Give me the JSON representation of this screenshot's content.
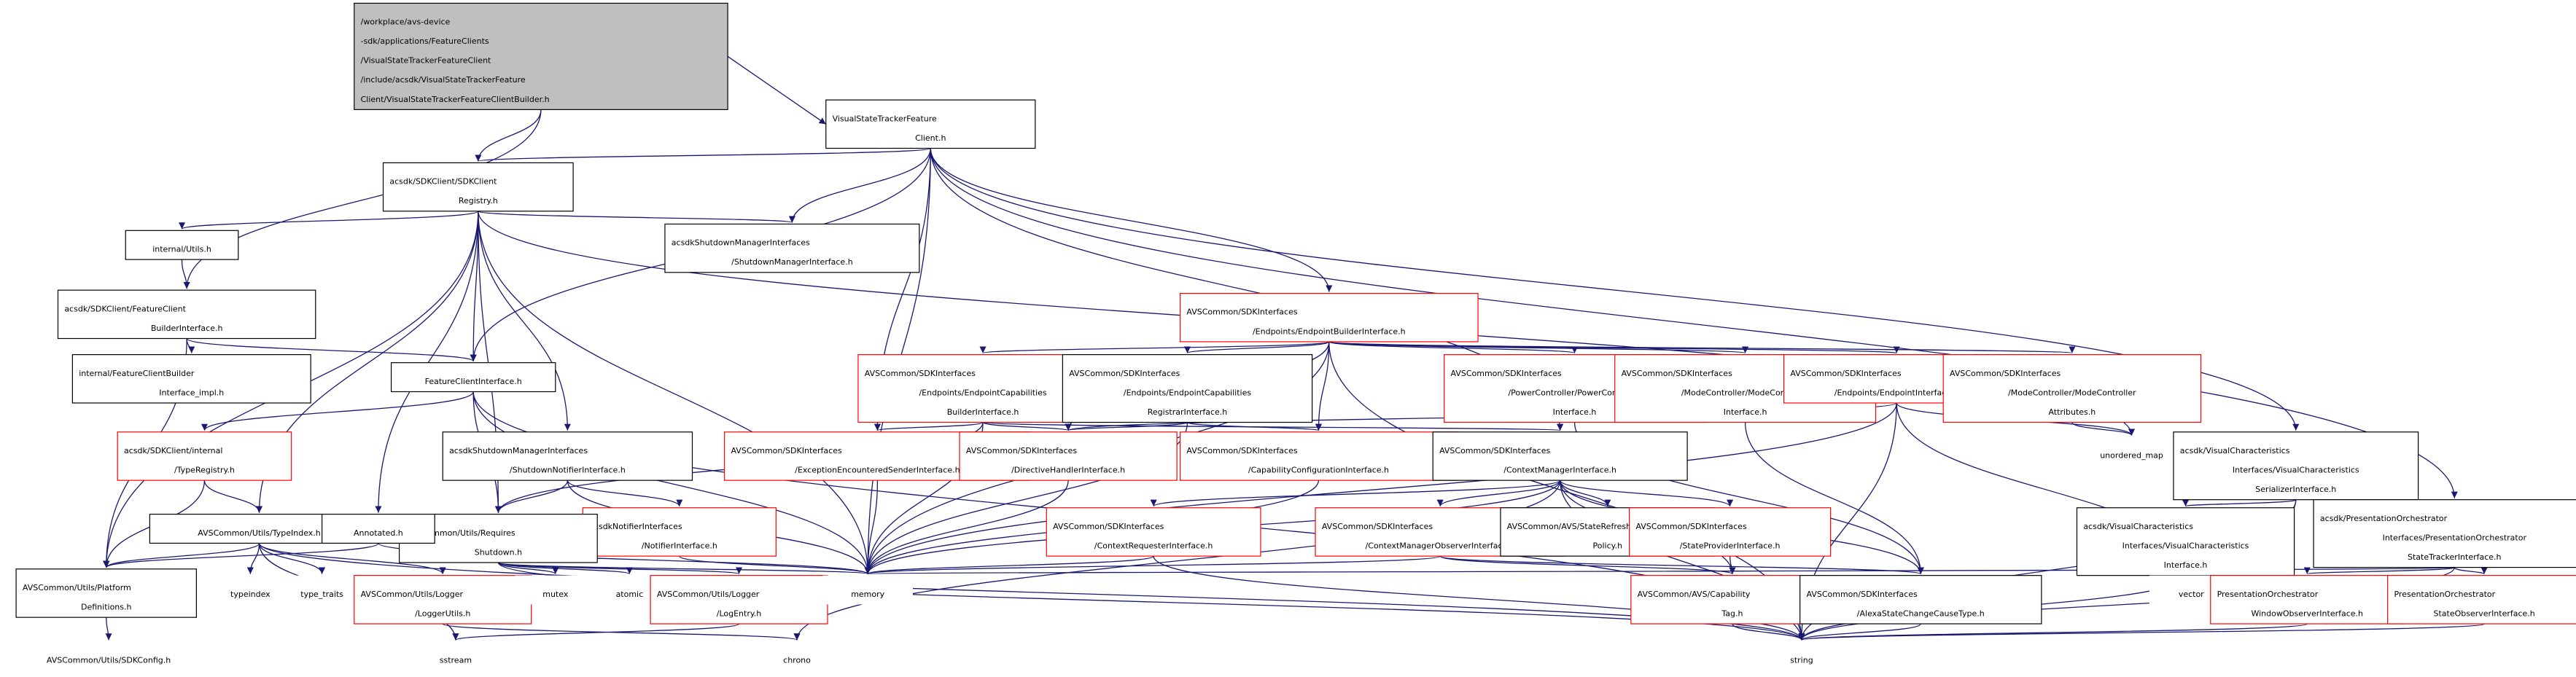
{
  "colors": {
    "edge": "#191970",
    "box_default": "#000000",
    "box_incomplete": "#ff0000",
    "box_root_fill": "#bfbfbf",
    "box_fill": "#ffffff"
  },
  "nodes": [
    {
      "id": "root",
      "lines": [
        "/workplace/avs-device",
        "-sdk/applications/FeatureClients",
        "/VisualStateTrackerFeatureClient",
        "/include/acsdk/VisualStateTrackerFeature",
        "Client/VisualStateTrackerFeatureClientBuilder.h"
      ],
      "style": "root"
    },
    {
      "id": "vstfc",
      "lines": [
        "VisualStateTrackerFeature",
        "Client.h"
      ],
      "style": "black"
    },
    {
      "id": "sdkreg",
      "lines": [
        "acsdk/SDKClient/SDKClient",
        "Registry.h"
      ],
      "style": "black"
    },
    {
      "id": "shutmgr",
      "lines": [
        "acsdkShutdownManagerInterfaces",
        "/ShutdownManagerInterface.h"
      ],
      "style": "black"
    },
    {
      "id": "intutils",
      "lines": [
        "internal/Utils.h"
      ],
      "style": "black"
    },
    {
      "id": "fcbi",
      "lines": [
        "acsdk/SDKClient/FeatureClient",
        "BuilderInterface.h"
      ],
      "style": "black"
    },
    {
      "id": "fcbimpl",
      "lines": [
        "internal/FeatureClientBuilder",
        "Interface_impl.h"
      ],
      "style": "black"
    },
    {
      "id": "fci",
      "lines": [
        "FeatureClientInterface.h"
      ],
      "style": "black"
    },
    {
      "id": "epbuilder",
      "lines": [
        "AVSCommon/SDKInterfaces",
        "/Endpoints/EndpointBuilderInterface.h"
      ],
      "style": "red"
    },
    {
      "id": "epcapbuilder",
      "lines": [
        "AVSCommon/SDKInterfaces",
        "/Endpoints/EndpointCapabilities",
        "BuilderInterface.h"
      ],
      "style": "red"
    },
    {
      "id": "epcapreg",
      "lines": [
        "AVSCommon/SDKInterfaces",
        "/Endpoints/EndpointCapabilities",
        "RegistrarInterface.h"
      ],
      "style": "black"
    },
    {
      "id": "powerctl",
      "lines": [
        "AVSCommon/SDKInterfaces",
        "/PowerController/PowerController",
        "Interface.h"
      ],
      "style": "red"
    },
    {
      "id": "modectl",
      "lines": [
        "AVSCommon/SDKInterfaces",
        "/ModeController/ModeController",
        "Interface.h"
      ],
      "style": "red"
    },
    {
      "id": "epiface",
      "lines": [
        "AVSCommon/SDKInterfaces",
        "/Endpoints/EndpointInterface.h"
      ],
      "style": "red"
    },
    {
      "id": "modeattr",
      "lines": [
        "AVSCommon/SDKInterfaces",
        "/ModeController/ModeController",
        "Attributes.h"
      ],
      "style": "red"
    },
    {
      "id": "unordered",
      "lines": [
        "unordered_map"
      ],
      "style": "gray"
    },
    {
      "id": "typereg",
      "lines": [
        "acsdk/SDKClient/internal",
        "/TypeRegistry.h"
      ],
      "style": "red"
    },
    {
      "id": "shutnot",
      "lines": [
        "acsdkShutdownManagerInterfaces",
        "/ShutdownNotifierInterface.h"
      ],
      "style": "black"
    },
    {
      "id": "exenc",
      "lines": [
        "AVSCommon/SDKInterfaces",
        "/ExceptionEncounteredSenderInterface.h"
      ],
      "style": "red"
    },
    {
      "id": "dirhandler",
      "lines": [
        "AVSCommon/SDKInterfaces",
        "/DirectiveHandlerInterface.h"
      ],
      "style": "red"
    },
    {
      "id": "capcfg",
      "lines": [
        "AVSCommon/SDKInterfaces",
        "/CapabilityConfigurationInterface.h"
      ],
      "style": "red"
    },
    {
      "id": "ctxmgr",
      "lines": [
        "AVSCommon/SDKInterfaces",
        "/ContextManagerInterface.h"
      ],
      "style": "black"
    },
    {
      "id": "vcser",
      "lines": [
        "acsdk/VisualCharacteristics",
        "Interfaces/VisualCharacteristics",
        "SerializerInterface.h"
      ],
      "style": "black"
    },
    {
      "id": "notifier",
      "lines": [
        "acsdkNotifierInterfaces",
        "/NotifierInterface.h"
      ],
      "style": "red"
    },
    {
      "id": "requires",
      "lines": [
        "AVSCommon/Utils/Requires",
        "Shutdown.h"
      ],
      "style": "black"
    },
    {
      "id": "typeindexh",
      "lines": [
        "AVSCommon/Utils/TypeIndex.h"
      ],
      "style": "black"
    },
    {
      "id": "annotated",
      "lines": [
        "Annotated.h"
      ],
      "style": "black"
    },
    {
      "id": "ctxreq",
      "lines": [
        "AVSCommon/SDKInterfaces",
        "/ContextRequesterInterface.h"
      ],
      "style": "red"
    },
    {
      "id": "ctxobs",
      "lines": [
        "AVSCommon/SDKInterfaces",
        "/ContextManagerObserverInterface.h"
      ],
      "style": "red"
    },
    {
      "id": "refresh",
      "lines": [
        "AVSCommon/AVS/StateRefresh",
        "Policy.h"
      ],
      "style": "black"
    },
    {
      "id": "stateprov",
      "lines": [
        "AVSCommon/SDKInterfaces",
        "/StateProviderInterface.h"
      ],
      "style": "red"
    },
    {
      "id": "vcif",
      "lines": [
        "acsdk/VisualCharacteristics",
        "Interfaces/VisualCharacteristics",
        "Interface.h"
      ],
      "style": "black"
    },
    {
      "id": "pres",
      "lines": [
        "acsdk/PresentationOrchestrator",
        "Interfaces/PresentationOrchestrator",
        "StateTrackerInterface.h"
      ],
      "style": "black"
    },
    {
      "id": "platform",
      "lines": [
        "AVSCommon/Utils/Platform",
        "Definitions.h"
      ],
      "style": "black"
    },
    {
      "id": "typeindex",
      "lines": [
        "typeindex"
      ],
      "style": "gray"
    },
    {
      "id": "typetraits",
      "lines": [
        "type_traits"
      ],
      "style": "gray"
    },
    {
      "id": "loggerutils",
      "lines": [
        "AVSCommon/Utils/Logger",
        "/LoggerUtils.h"
      ],
      "style": "red"
    },
    {
      "id": "mutex",
      "lines": [
        "mutex"
      ],
      "style": "gray"
    },
    {
      "id": "atomic",
      "lines": [
        "atomic"
      ],
      "style": "gray"
    },
    {
      "id": "logentry",
      "lines": [
        "AVSCommon/Utils/Logger",
        "/LogEntry.h"
      ],
      "style": "red"
    },
    {
      "id": "memory",
      "lines": [
        "memory"
      ],
      "style": "gray"
    },
    {
      "id": "captag",
      "lines": [
        "AVSCommon/AVS/Capability",
        "Tag.h"
      ],
      "style": "red"
    },
    {
      "id": "alexacause",
      "lines": [
        "AVSCommon/SDKInterfaces",
        "/AlexaStateChangeCauseType.h"
      ],
      "style": "black"
    },
    {
      "id": "vector",
      "lines": [
        "vector"
      ],
      "style": "gray"
    },
    {
      "id": "winobs",
      "lines": [
        "PresentationOrchestrator",
        "WindowObserverInterface.h"
      ],
      "style": "red"
    },
    {
      "id": "stateobs",
      "lines": [
        "PresentationOrchestrator",
        "StateObserverInterface.h"
      ],
      "style": "red"
    },
    {
      "id": "sdkconfig",
      "lines": [
        "AVSCommon/Utils/SDKConfig.h"
      ],
      "style": "gray"
    },
    {
      "id": "sstream",
      "lines": [
        "sstream"
      ],
      "style": "gray"
    },
    {
      "id": "chrono",
      "lines": [
        "chrono"
      ],
      "style": "gray"
    },
    {
      "id": "string",
      "lines": [
        "string"
      ],
      "style": "gray"
    }
  ],
  "edges": [
    [
      "root",
      "vstfc"
    ],
    [
      "root",
      "sdkreg"
    ],
    [
      "root",
      "fcbi"
    ],
    [
      "vstfc",
      "sdkreg"
    ],
    [
      "vstfc",
      "shutmgr"
    ],
    [
      "vstfc",
      "fci"
    ],
    [
      "vstfc",
      "epbuilder"
    ],
    [
      "vstfc",
      "exenc"
    ],
    [
      "vstfc",
      "ctxmgr"
    ],
    [
      "vstfc",
      "vcser"
    ],
    [
      "vstfc",
      "pres"
    ],
    [
      "vstfc",
      "memory"
    ],
    [
      "sdkreg",
      "shutmgr"
    ],
    [
      "sdkreg",
      "intutils"
    ],
    [
      "sdkreg",
      "fci"
    ],
    [
      "sdkreg",
      "shutnot"
    ],
    [
      "sdkreg",
      "requires"
    ],
    [
      "sdkreg",
      "typeindexh"
    ],
    [
      "sdkreg",
      "annotated"
    ],
    [
      "sdkreg",
      "platform"
    ],
    [
      "sdkreg",
      "memory"
    ],
    [
      "sdkreg",
      "unordered"
    ],
    [
      "intutils",
      "fcbi"
    ],
    [
      "fcbi",
      "fcbimpl"
    ],
    [
      "fcbi",
      "fci"
    ],
    [
      "fcbi",
      "platform"
    ],
    [
      "fci",
      "typereg"
    ],
    [
      "fci",
      "requires"
    ],
    [
      "fci",
      "memory"
    ],
    [
      "fci",
      "string"
    ],
    [
      "epbuilder",
      "epcapbuilder"
    ],
    [
      "epbuilder",
      "epcapreg"
    ],
    [
      "epbuilder",
      "powerctl"
    ],
    [
      "epbuilder",
      "modectl"
    ],
    [
      "epbuilder",
      "epiface"
    ],
    [
      "epbuilder",
      "modeattr"
    ],
    [
      "epbuilder",
      "dirhandler"
    ],
    [
      "epbuilder",
      "capcfg"
    ],
    [
      "epbuilder",
      "memory"
    ],
    [
      "epbuilder",
      "string"
    ],
    [
      "epcapbuilder",
      "requires"
    ],
    [
      "epcapbuilder",
      "exenc"
    ],
    [
      "epcapbuilder",
      "dirhandler"
    ],
    [
      "epcapbuilder",
      "ctxmgr"
    ],
    [
      "epcapbuilder",
      "memory"
    ],
    [
      "epcapreg",
      "dirhandler"
    ],
    [
      "epcapreg",
      "capcfg"
    ],
    [
      "epcapreg",
      "memory"
    ],
    [
      "powerctl",
      "alexacause"
    ],
    [
      "modectl",
      "alexacause"
    ],
    [
      "epiface",
      "dirhandler"
    ],
    [
      "epiface",
      "unordered"
    ],
    [
      "epiface",
      "vector"
    ],
    [
      "epiface",
      "string"
    ],
    [
      "epiface",
      "memory"
    ],
    [
      "modeattr",
      "unordered"
    ],
    [
      "typereg",
      "typeindexh"
    ],
    [
      "typereg",
      "platform"
    ],
    [
      "shutnot",
      "requires"
    ],
    [
      "shutnot",
      "notifier"
    ],
    [
      "shutnot",
      "memory"
    ],
    [
      "exenc",
      "memory"
    ],
    [
      "dirhandler",
      "memory"
    ],
    [
      "capcfg",
      "memory"
    ],
    [
      "ctxmgr",
      "ctxreq"
    ],
    [
      "ctxmgr",
      "ctxobs"
    ],
    [
      "ctxmgr",
      "refresh"
    ],
    [
      "ctxmgr",
      "stateprov"
    ],
    [
      "ctxmgr",
      "captag"
    ],
    [
      "ctxmgr",
      "alexacause"
    ],
    [
      "ctxmgr",
      "memory"
    ],
    [
      "ctxmgr",
      "string"
    ],
    [
      "ctxmgr",
      "chrono"
    ],
    [
      "vcser",
      "vcif"
    ],
    [
      "vcser",
      "vector"
    ],
    [
      "vcser",
      "string"
    ],
    [
      "notifier",
      "memory"
    ],
    [
      "requires",
      "mutex"
    ],
    [
      "requires",
      "atomic"
    ],
    [
      "requires",
      "memory"
    ],
    [
      "requires",
      "string"
    ],
    [
      "requires",
      "logentry"
    ],
    [
      "typeindexh",
      "platform"
    ],
    [
      "typeindexh",
      "typeindex"
    ],
    [
      "typeindexh",
      "typetraits"
    ],
    [
      "typeindexh",
      "loggerutils"
    ],
    [
      "typeindexh",
      "string"
    ],
    [
      "typeindexh",
      "sstream"
    ],
    [
      "annotated",
      "platform"
    ],
    [
      "annotated",
      "memory"
    ],
    [
      "ctxreq",
      "memory"
    ],
    [
      "ctxreq",
      "string"
    ],
    [
      "ctxobs",
      "captag"
    ],
    [
      "ctxobs",
      "alexacause"
    ],
    [
      "ctxobs",
      "memory"
    ],
    [
      "stateprov",
      "captag"
    ],
    [
      "vcif",
      "vector"
    ],
    [
      "vcif",
      "string"
    ],
    [
      "pres",
      "winobs"
    ],
    [
      "pres",
      "stateobs"
    ],
    [
      "pres",
      "memory"
    ],
    [
      "pres",
      "string"
    ],
    [
      "platform",
      "sdkconfig"
    ],
    [
      "loggerutils",
      "chrono"
    ],
    [
      "logentry",
      "sstream"
    ],
    [
      "captag",
      "string"
    ],
    [
      "alexacause",
      "string"
    ],
    [
      "winobs",
      "string"
    ],
    [
      "stateobs",
      "string"
    ]
  ]
}
